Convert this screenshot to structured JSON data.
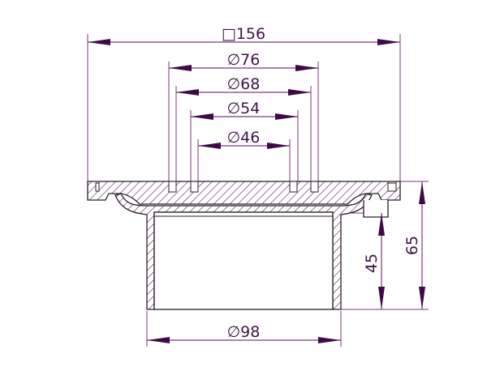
{
  "drawing": {
    "colors": {
      "dimension": "#7a3a7a",
      "arrow": "#3d0a45",
      "hatch": "#6a2a6a",
      "outline": "#222222"
    },
    "dimensions": {
      "flange_square": "□156",
      "d76": "∅76",
      "d68": "∅68",
      "d54": "∅54",
      "d46": "∅46",
      "d98": "∅98",
      "h45": "45",
      "h65": "65"
    }
  }
}
